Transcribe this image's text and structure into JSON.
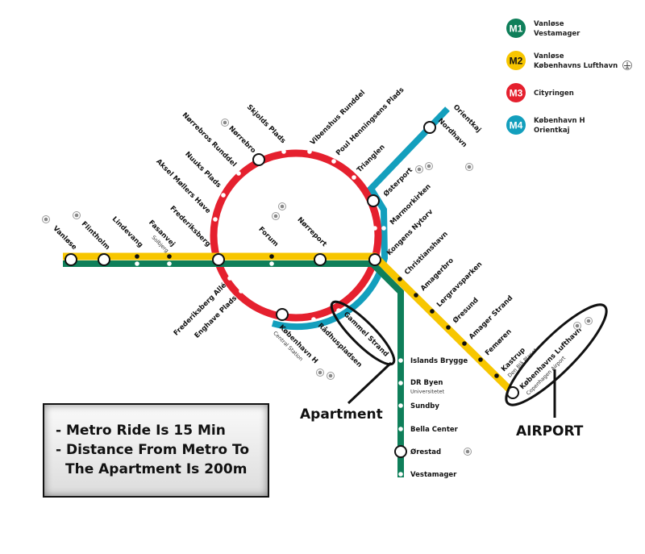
{
  "legend": [
    {
      "badge": "M1",
      "color": "#0f7f5a",
      "text_color": "#ffffff",
      "line1": "Vanløse",
      "line2": "Vestamager"
    },
    {
      "badge": "M2",
      "color": "#f7c600",
      "text_color": "#111111",
      "line1": "Vanløse",
      "line2": "Københavns Lufthavn"
    },
    {
      "badge": "M3",
      "color": "#e5202e",
      "text_color": "#ffffff",
      "line1": "Cityringen",
      "line2": ""
    },
    {
      "badge": "M4",
      "color": "#139fbd",
      "text_color": "#ffffff",
      "line1": "København H",
      "line2": "Orientkaj"
    }
  ],
  "stations": [
    {
      "name": "Vanløse"
    },
    {
      "name": "Flintholm"
    },
    {
      "name": "Lindevang"
    },
    {
      "name": "Fasanvej",
      "sub": "Solbjerg"
    },
    {
      "name": "Frederiksberg"
    },
    {
      "name": "Forum"
    },
    {
      "name": "Nørreport"
    },
    {
      "name": "Kongens Nytorv"
    },
    {
      "name": "Nørrebros Runddel"
    },
    {
      "name": "Nuuks Plads"
    },
    {
      "name": "Aksel Møllers Have"
    },
    {
      "name": "Nørrebro"
    },
    {
      "name": "Skjolds Plads"
    },
    {
      "name": "Vibenshus Runddel"
    },
    {
      "name": "Poul Henningsens Plads"
    },
    {
      "name": "Trianglen"
    },
    {
      "name": "Østerport"
    },
    {
      "name": "Marmorkirken"
    },
    {
      "name": "Nordhavn"
    },
    {
      "name": "Orientkaj"
    },
    {
      "name": "Frederiksberg Allé"
    },
    {
      "name": "Enghave Plads"
    },
    {
      "name": "København H",
      "sub": "Central Station"
    },
    {
      "name": "Rådhuspladsen"
    },
    {
      "name": "Gammel Strand"
    },
    {
      "name": "Christianshavn"
    },
    {
      "name": "Amagerbro"
    },
    {
      "name": "Lergravsparken"
    },
    {
      "name": "Øresund"
    },
    {
      "name": "Amager Strand"
    },
    {
      "name": "Femøren"
    },
    {
      "name": "Kastrup",
      "sub": "Den Blå Planet"
    },
    {
      "name": "Københavns Lufthavn",
      "sub": "Copenhagen Airport"
    },
    {
      "name": "Islands Brygge"
    },
    {
      "name": "DR Byen",
      "sub": "Universitetet"
    },
    {
      "name": "Sundby"
    },
    {
      "name": "Bella Center"
    },
    {
      "name": "Ørestad"
    },
    {
      "name": "Vestamager"
    }
  ],
  "annotations": {
    "apartment": "Apartment",
    "airport": "AIRPORT"
  },
  "note": {
    "line1": "- Metro Ride Is 15 Min",
    "line2": "- Distance From Metro To",
    "line3": "The Apartment Is 200m"
  }
}
